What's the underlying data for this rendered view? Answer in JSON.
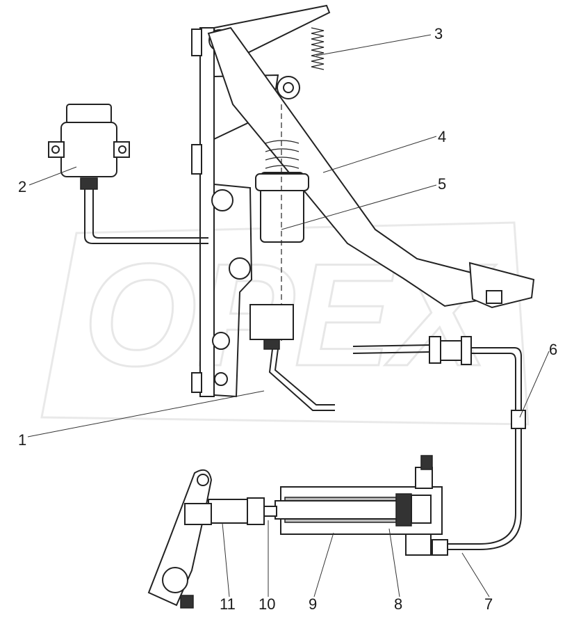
{
  "watermark": "OPEX",
  "callouts": [
    {
      "id": "1",
      "label": "1"
    },
    {
      "id": "2",
      "label": "2"
    },
    {
      "id": "3",
      "label": "3"
    },
    {
      "id": "4",
      "label": "4"
    },
    {
      "id": "5",
      "label": "5"
    },
    {
      "id": "6",
      "label": "6"
    },
    {
      "id": "7",
      "label": "7"
    },
    {
      "id": "8",
      "label": "8"
    },
    {
      "id": "9",
      "label": "9"
    },
    {
      "id": "10",
      "label": "10"
    },
    {
      "id": "11",
      "label": "11"
    }
  ]
}
